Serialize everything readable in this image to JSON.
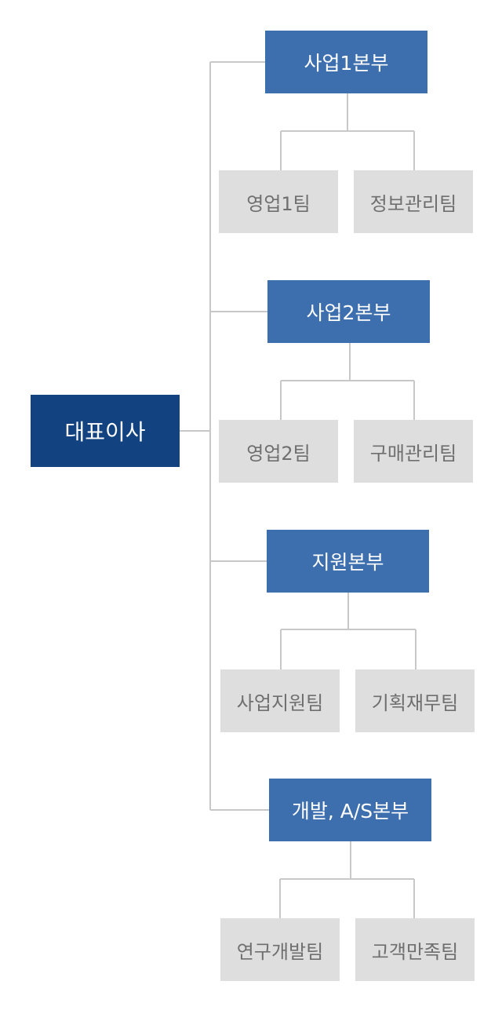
{
  "ceo": {
    "label": "대표이사"
  },
  "divisions": [
    {
      "label": "사업1본부",
      "teams": [
        "영업1팀",
        "정보관리팀"
      ]
    },
    {
      "label": "사업2본부",
      "teams": [
        "영업2팀",
        "구매관리팀"
      ]
    },
    {
      "label": "지원본부",
      "teams": [
        "사업지원팀",
        "기획재무팀"
      ]
    },
    {
      "label": "개발, A/S본부",
      "teams": [
        "연구개발팀",
        "고객만족팀"
      ]
    }
  ],
  "colors": {
    "ceo": "#12427f",
    "division": "#3d6eae",
    "team": "#dedede",
    "team_text": "#6f6f6f",
    "connector": "#c8c8c8"
  }
}
